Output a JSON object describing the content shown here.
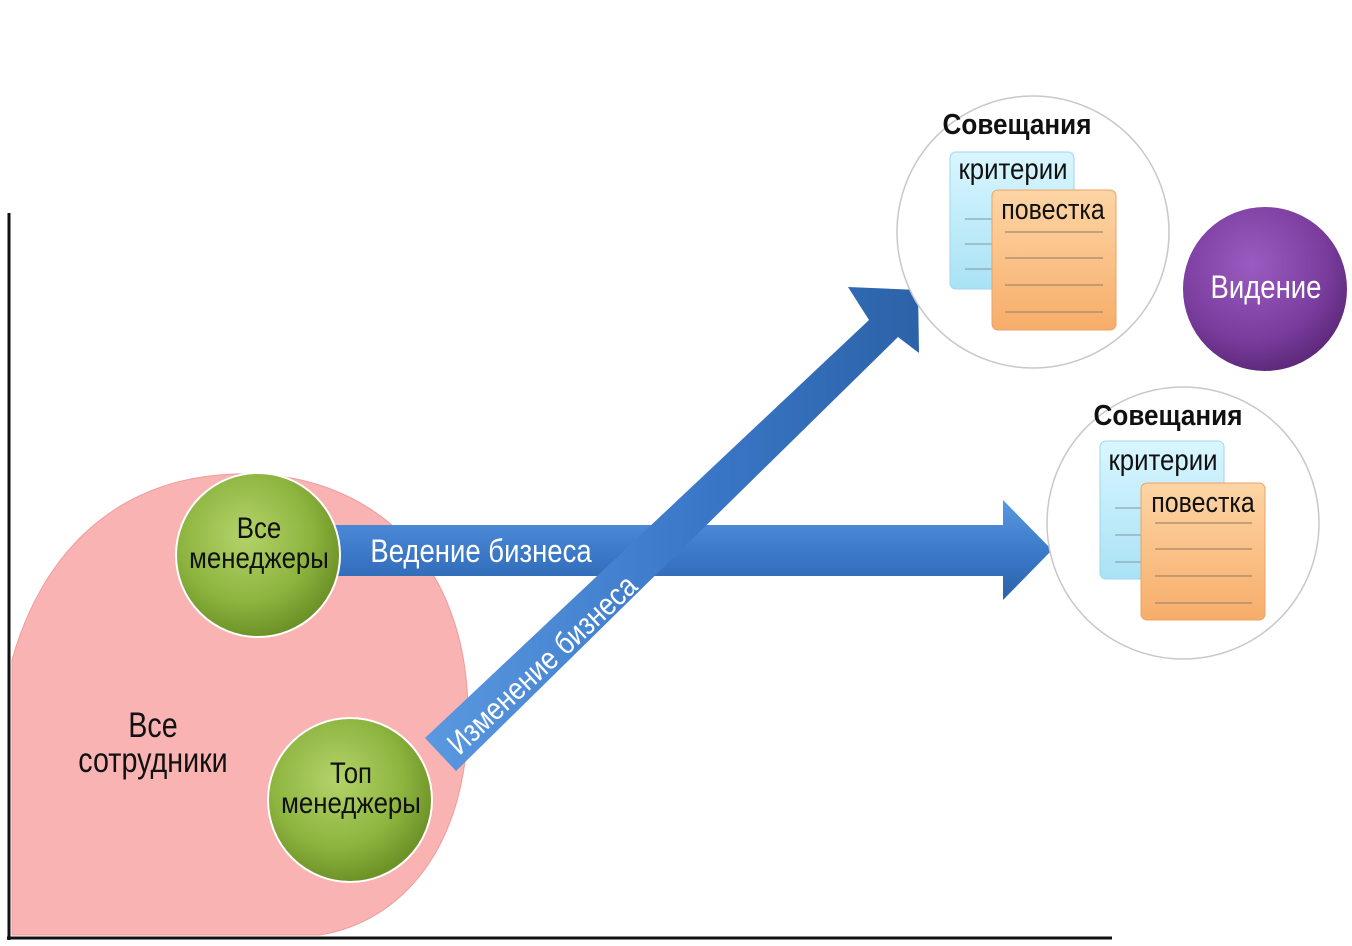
{
  "employees": {
    "label_line1": "Все",
    "label_line2": "сотрудники"
  },
  "all_managers": {
    "label_line1": "Все",
    "label_line2": "менеджеры"
  },
  "top_managers": {
    "label_line1": "Топ",
    "label_line2": "менеджеры"
  },
  "arrow_business_run": {
    "label": "Ведение бизнеса"
  },
  "arrow_business_change": {
    "label": "Изменение бизнеса"
  },
  "meeting_top": {
    "title": "Совещания",
    "doc_back": "критерии",
    "doc_front": "повестка"
  },
  "meeting_bottom": {
    "title": "Совещания",
    "doc_back": "критерии",
    "doc_front": "повестка"
  },
  "vision": {
    "label": "Видение"
  },
  "colors": {
    "employees_fill": "#f9b3b3",
    "manager_fill": "#8fb640",
    "arrow_fill": "#3f7fcf",
    "vision_fill": "#7b3d9e",
    "doc_back_fill": "#c6eefa",
    "doc_front_fill": "#fbc78f"
  }
}
